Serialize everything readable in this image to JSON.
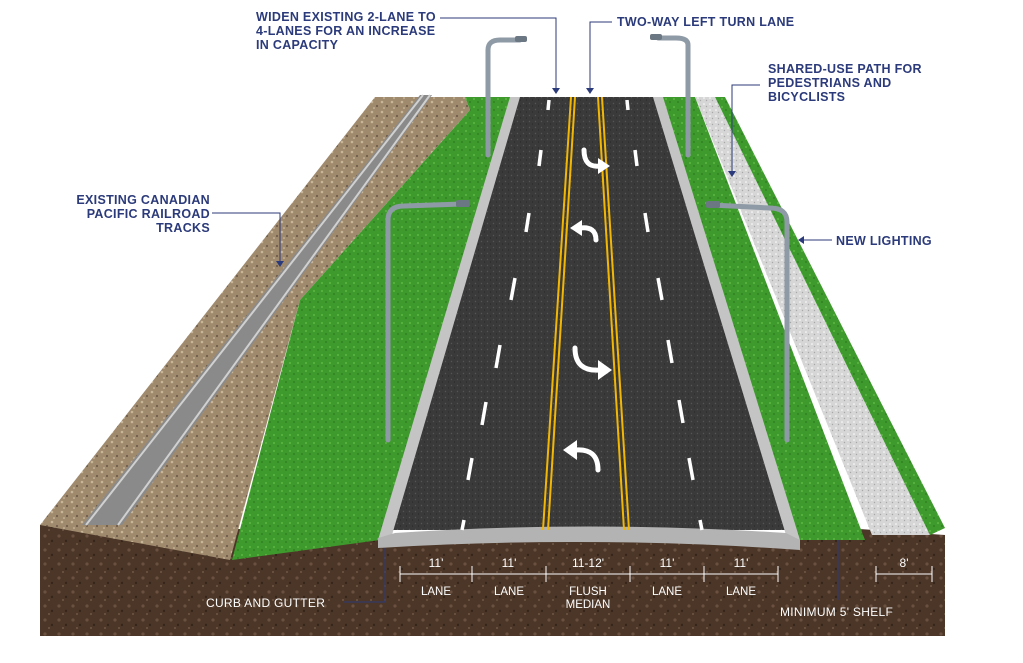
{
  "callouts": {
    "widen": "WIDEN EXISTING 2-LANE TO\n4-LANES FOR AN INCREASE\nIN CAPACITY",
    "two_way": "TWO-WAY LEFT TURN LANE",
    "shared_use": "SHARED-USE PATH FOR\nPEDESTRIANS AND\nBICYCLISTS",
    "railroad": "EXISTING CANADIAN\nPACIFIC  RAILROAD\nTRACKS",
    "lighting": "NEW LIGHTING",
    "curb": "CURB AND GUTTER",
    "shelf": "MINIMUM 5' SHELF"
  },
  "dimensions": [
    {
      "width": "11'",
      "label": "LANE"
    },
    {
      "width": "11'",
      "label": "LANE"
    },
    {
      "width": "11-12'",
      "label": "FLUSH\nMEDIAN"
    },
    {
      "width": "11'",
      "label": "LANE"
    },
    {
      "width": "11'",
      "label": "LANE"
    }
  ],
  "path_width": "8'",
  "colors": {
    "label": "#2b3a7a",
    "asphalt": "#3a3a3a",
    "grass": "#3f9a2e",
    "soil": "#4a3526",
    "yellow_line": "#f2b705",
    "ballast": "#a89478",
    "path": "#d9d9d9"
  }
}
